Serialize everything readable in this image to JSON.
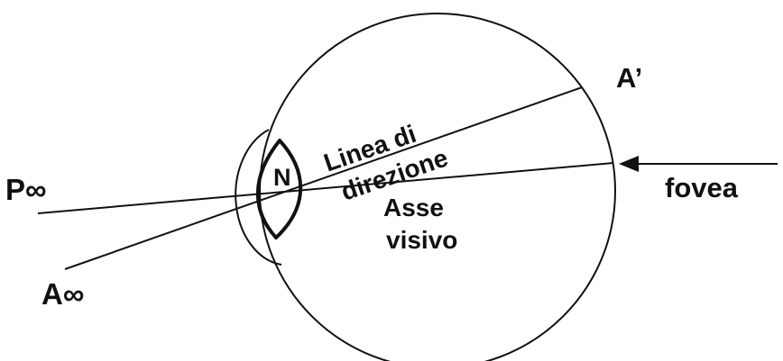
{
  "labels": {
    "p_infinity": "P∞",
    "a_infinity": "A∞",
    "a_prime": "A’",
    "nodal_point": "N",
    "line_of_direction_1": "Linea di",
    "line_of_direction_2": "direzione",
    "visual_axis_1": "Asse",
    "visual_axis_2": "visivo",
    "fovea": "fovea"
  },
  "colors": {
    "ink": "#111111",
    "background": "#ffffff"
  }
}
